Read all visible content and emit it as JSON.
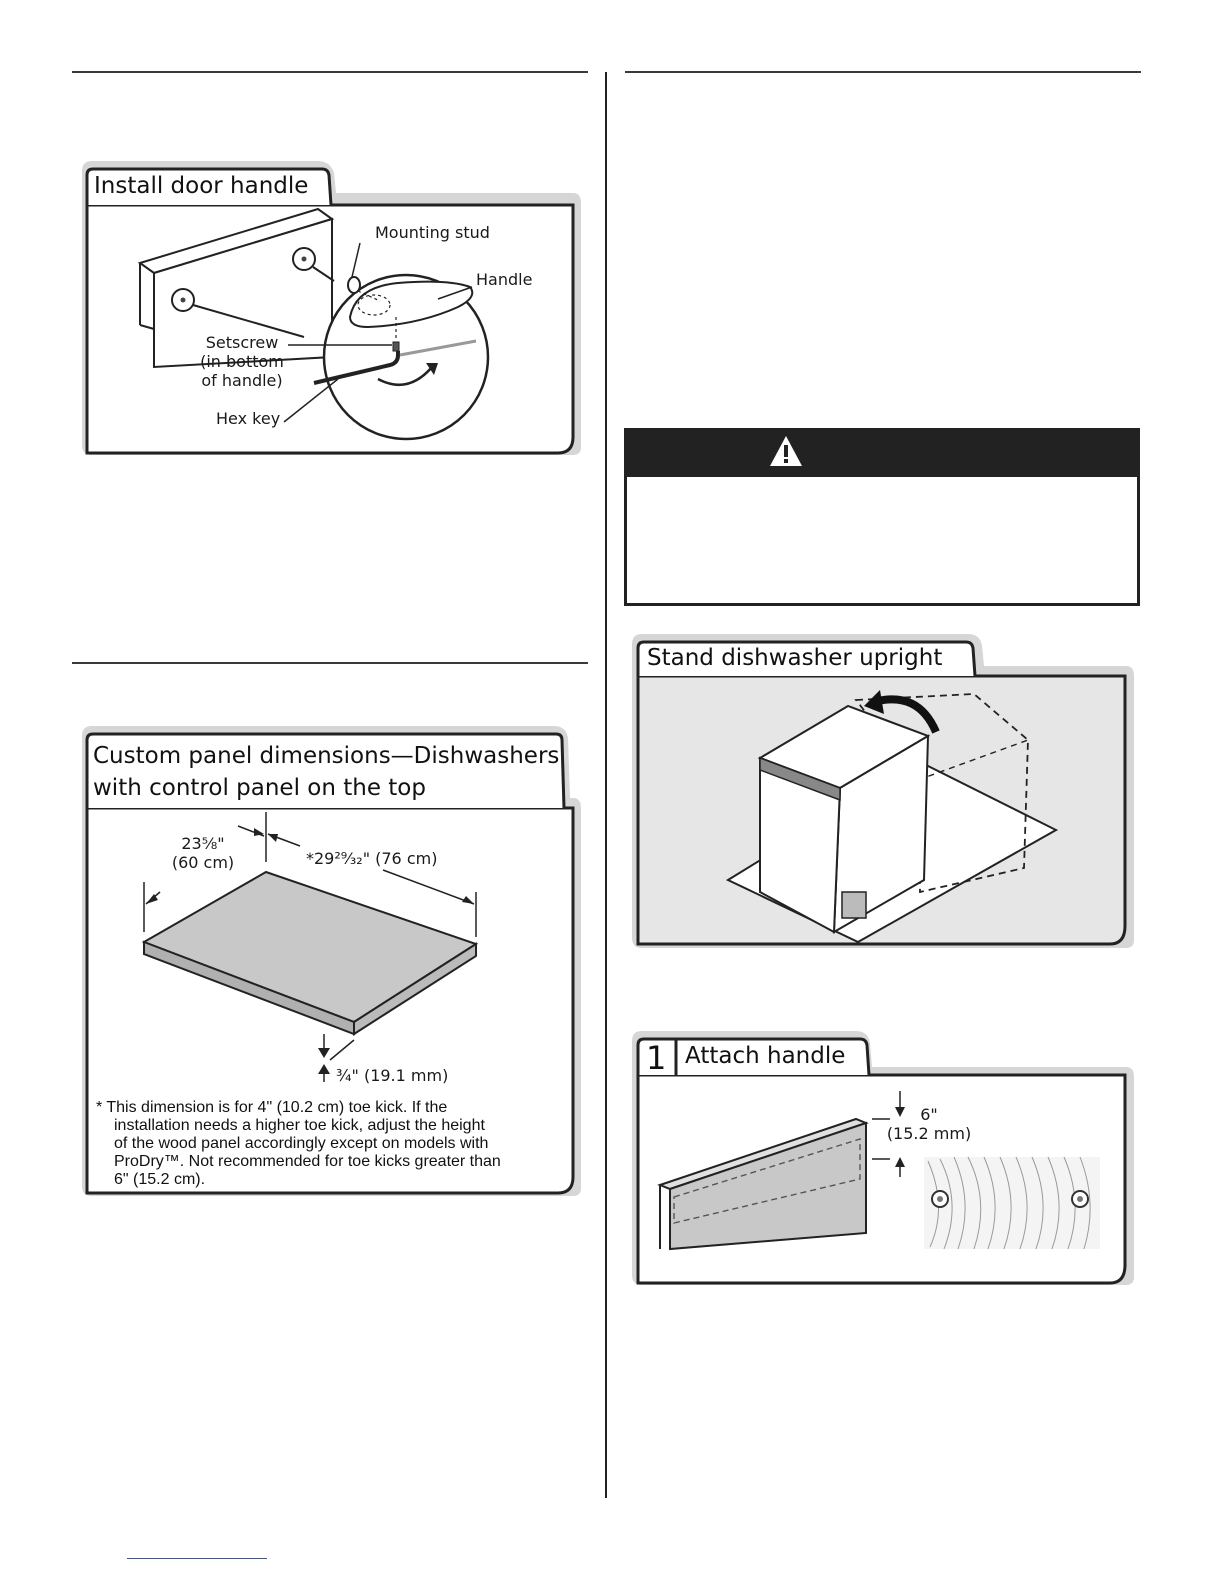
{
  "panels": {
    "door_handle": {
      "title": "Install door handle",
      "labels": {
        "mounting_stud": "Mounting stud",
        "handle": "Handle",
        "setscrew_line1": "Setscrew",
        "setscrew_line2": "(in bottom",
        "setscrew_line3": "of handle)",
        "hex_key": "Hex key"
      }
    },
    "custom_panel": {
      "title_line1": "Custom panel dimensions—Dishwashers",
      "title_line2": "with control panel on the top",
      "dim_width_line1": "23⅝\"",
      "dim_width_line2": "(60 cm)",
      "dim_height": "*29²⁹⁄₃₂\" (76 cm)",
      "dim_thickness": "¾\" (19.1 mm)",
      "footnote": [
        "* This dimension is for 4\" (10.2 cm) toe kick. If the",
        "installation needs a higher toe kick, adjust the height",
        "of the wood panel accordingly except on models with",
        "ProDry™. Not recommended for toe kicks greater than",
        "6\" (15.2 cm)."
      ]
    },
    "stand_upright": {
      "title": "Stand dishwasher upright"
    },
    "attach_handle": {
      "step": "1",
      "title": "Attach handle",
      "dim_line1": "6\"",
      "dim_line2": "(15.2 mm)"
    }
  },
  "colors": {
    "panel_shadow": "#d4d4d4",
    "panel_border": "#222222",
    "wood_fill": "#c8c8c8",
    "scene_bg": "#e6e6e6",
    "warning_bar": "#222222"
  }
}
